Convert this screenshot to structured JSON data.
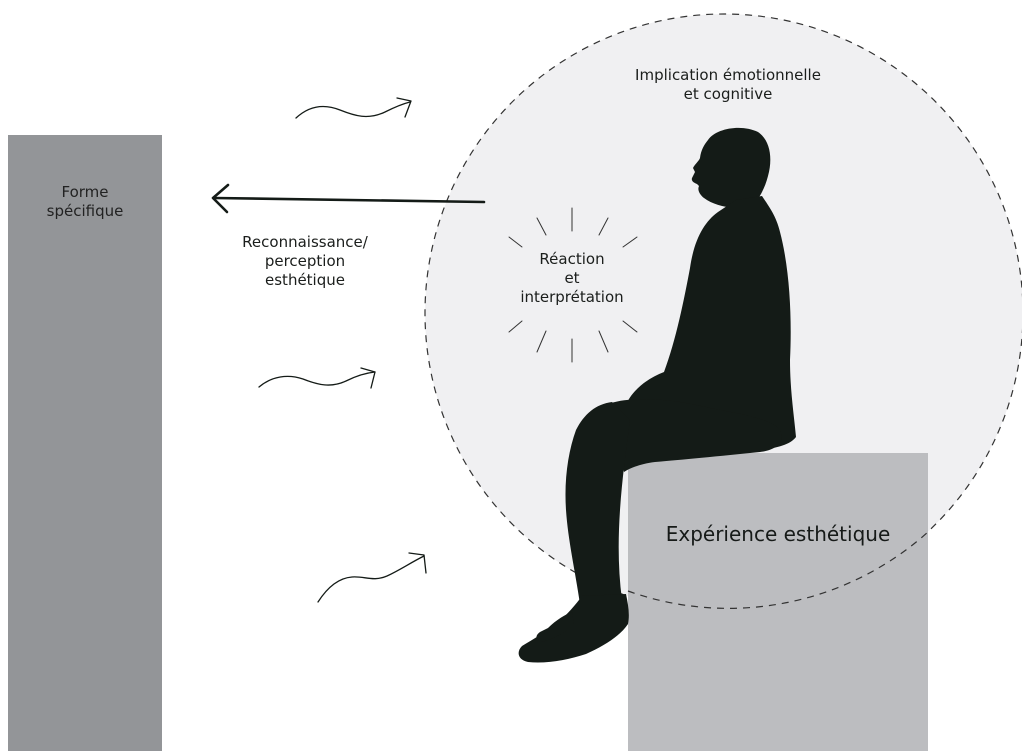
{
  "labels": {
    "forme_line1": "Forme",
    "forme_line2": "spécifique",
    "recon_line1": "Reconnaissance/",
    "recon_line2": "perception",
    "recon_line3": "esthétique",
    "implication_line1": "Implication émotionnelle",
    "implication_line2": "et cognitive",
    "reaction_line1": "Réaction",
    "reaction_line2": "et",
    "reaction_line3": "interprétation",
    "experience": "Expérience esthétique"
  },
  "colors": {
    "pillar": "#939598",
    "block": "#bcbdc0",
    "circle_fill": "#f0f0f2",
    "circle_stroke": "#333333",
    "silhouette": "#141b17",
    "ink": "#1e2320"
  },
  "icons": {
    "person": "seated-person-silhouette",
    "waves": "wavy-arrow",
    "rays": "burst-rays"
  }
}
